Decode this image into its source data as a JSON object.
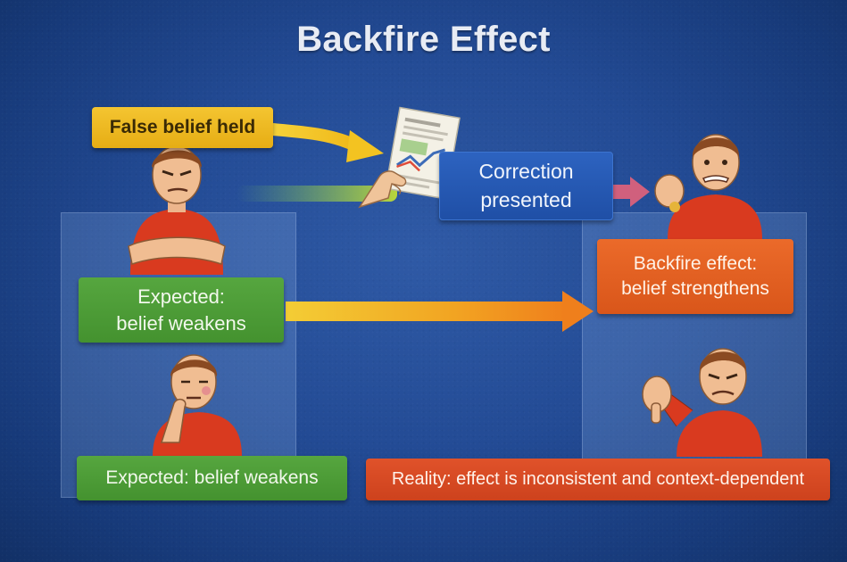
{
  "title": "Backfire Effect",
  "labels": {
    "false_belief": "False belief held",
    "correction_line1": "Correction",
    "correction_line2": "presented",
    "expected_top_line1": "Expected:",
    "expected_top_line2": "belief weakens",
    "backfire_line1": "Backfire effect:",
    "backfire_line2": "belief strengthens",
    "expected_bottom": "Expected: belief weakens",
    "reality": "Reality: effect is inconsistent and context-dependent"
  },
  "icons": [
    "crossed-arms-person-icon",
    "document-icon",
    "hand-icon",
    "worried-person-icon",
    "bored-person-icon",
    "thumbs-down-person-icon",
    "arrow-icon"
  ],
  "colors": {
    "background": "#234b95",
    "yellow": "#f0bd25",
    "blue": "#2758b3",
    "green": "#4c9c37",
    "orange": "#e66224",
    "red": "#d84a22",
    "shirt": "#d93a1f"
  }
}
